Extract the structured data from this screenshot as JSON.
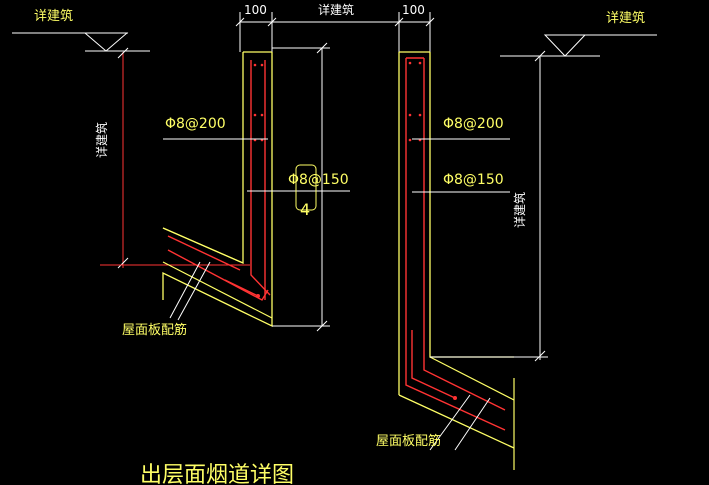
{
  "colors": {
    "background": "#000000",
    "yellow": "#ffff66",
    "white": "#ffffff",
    "red": "#ff3333",
    "orange": "#ff6633"
  },
  "labels": {
    "arch_left": "详建筑",
    "arch_right": "详建筑",
    "dim_left_width": "100",
    "dim_center": "详建筑",
    "dim_right_width": "100",
    "left_height": "详建筑",
    "right_height": "详建筑",
    "left_rebar_top": "Φ8@200",
    "left_rebar_mid": "Φ8@150",
    "left_dim_vertical": "4",
    "right_rebar_top": "Φ8@200",
    "right_rebar_mid": "Φ8@150",
    "left_slab_note": "屋面板配筋",
    "right_slab_note": "屋面板配筋",
    "title": "出层面烟道详图"
  },
  "icons": {
    "elevation_marker": "elevation-triangle-icon",
    "dim_tick": "dimension-tick-icon"
  }
}
